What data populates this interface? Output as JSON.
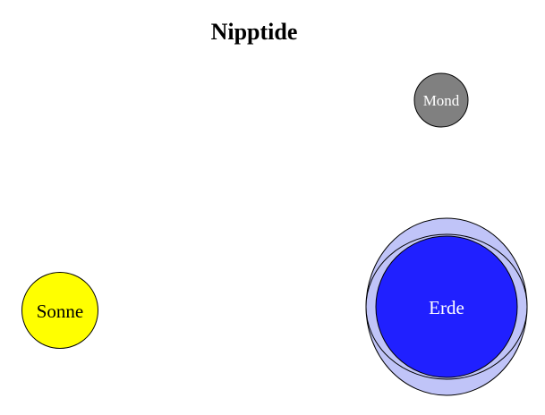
{
  "diagram": {
    "title": "Nipptide",
    "bodies": {
      "sun": {
        "label": "Sonne",
        "color": "#ffff00",
        "label_color": "#000000"
      },
      "moon": {
        "label": "Mond",
        "color": "#808080",
        "label_color": "#ffffff"
      },
      "earth": {
        "label": "Erde",
        "color": "#2020ff",
        "label_color": "#ffffff"
      },
      "tidal_bulge": {
        "color": "#c0c4f8"
      }
    }
  }
}
